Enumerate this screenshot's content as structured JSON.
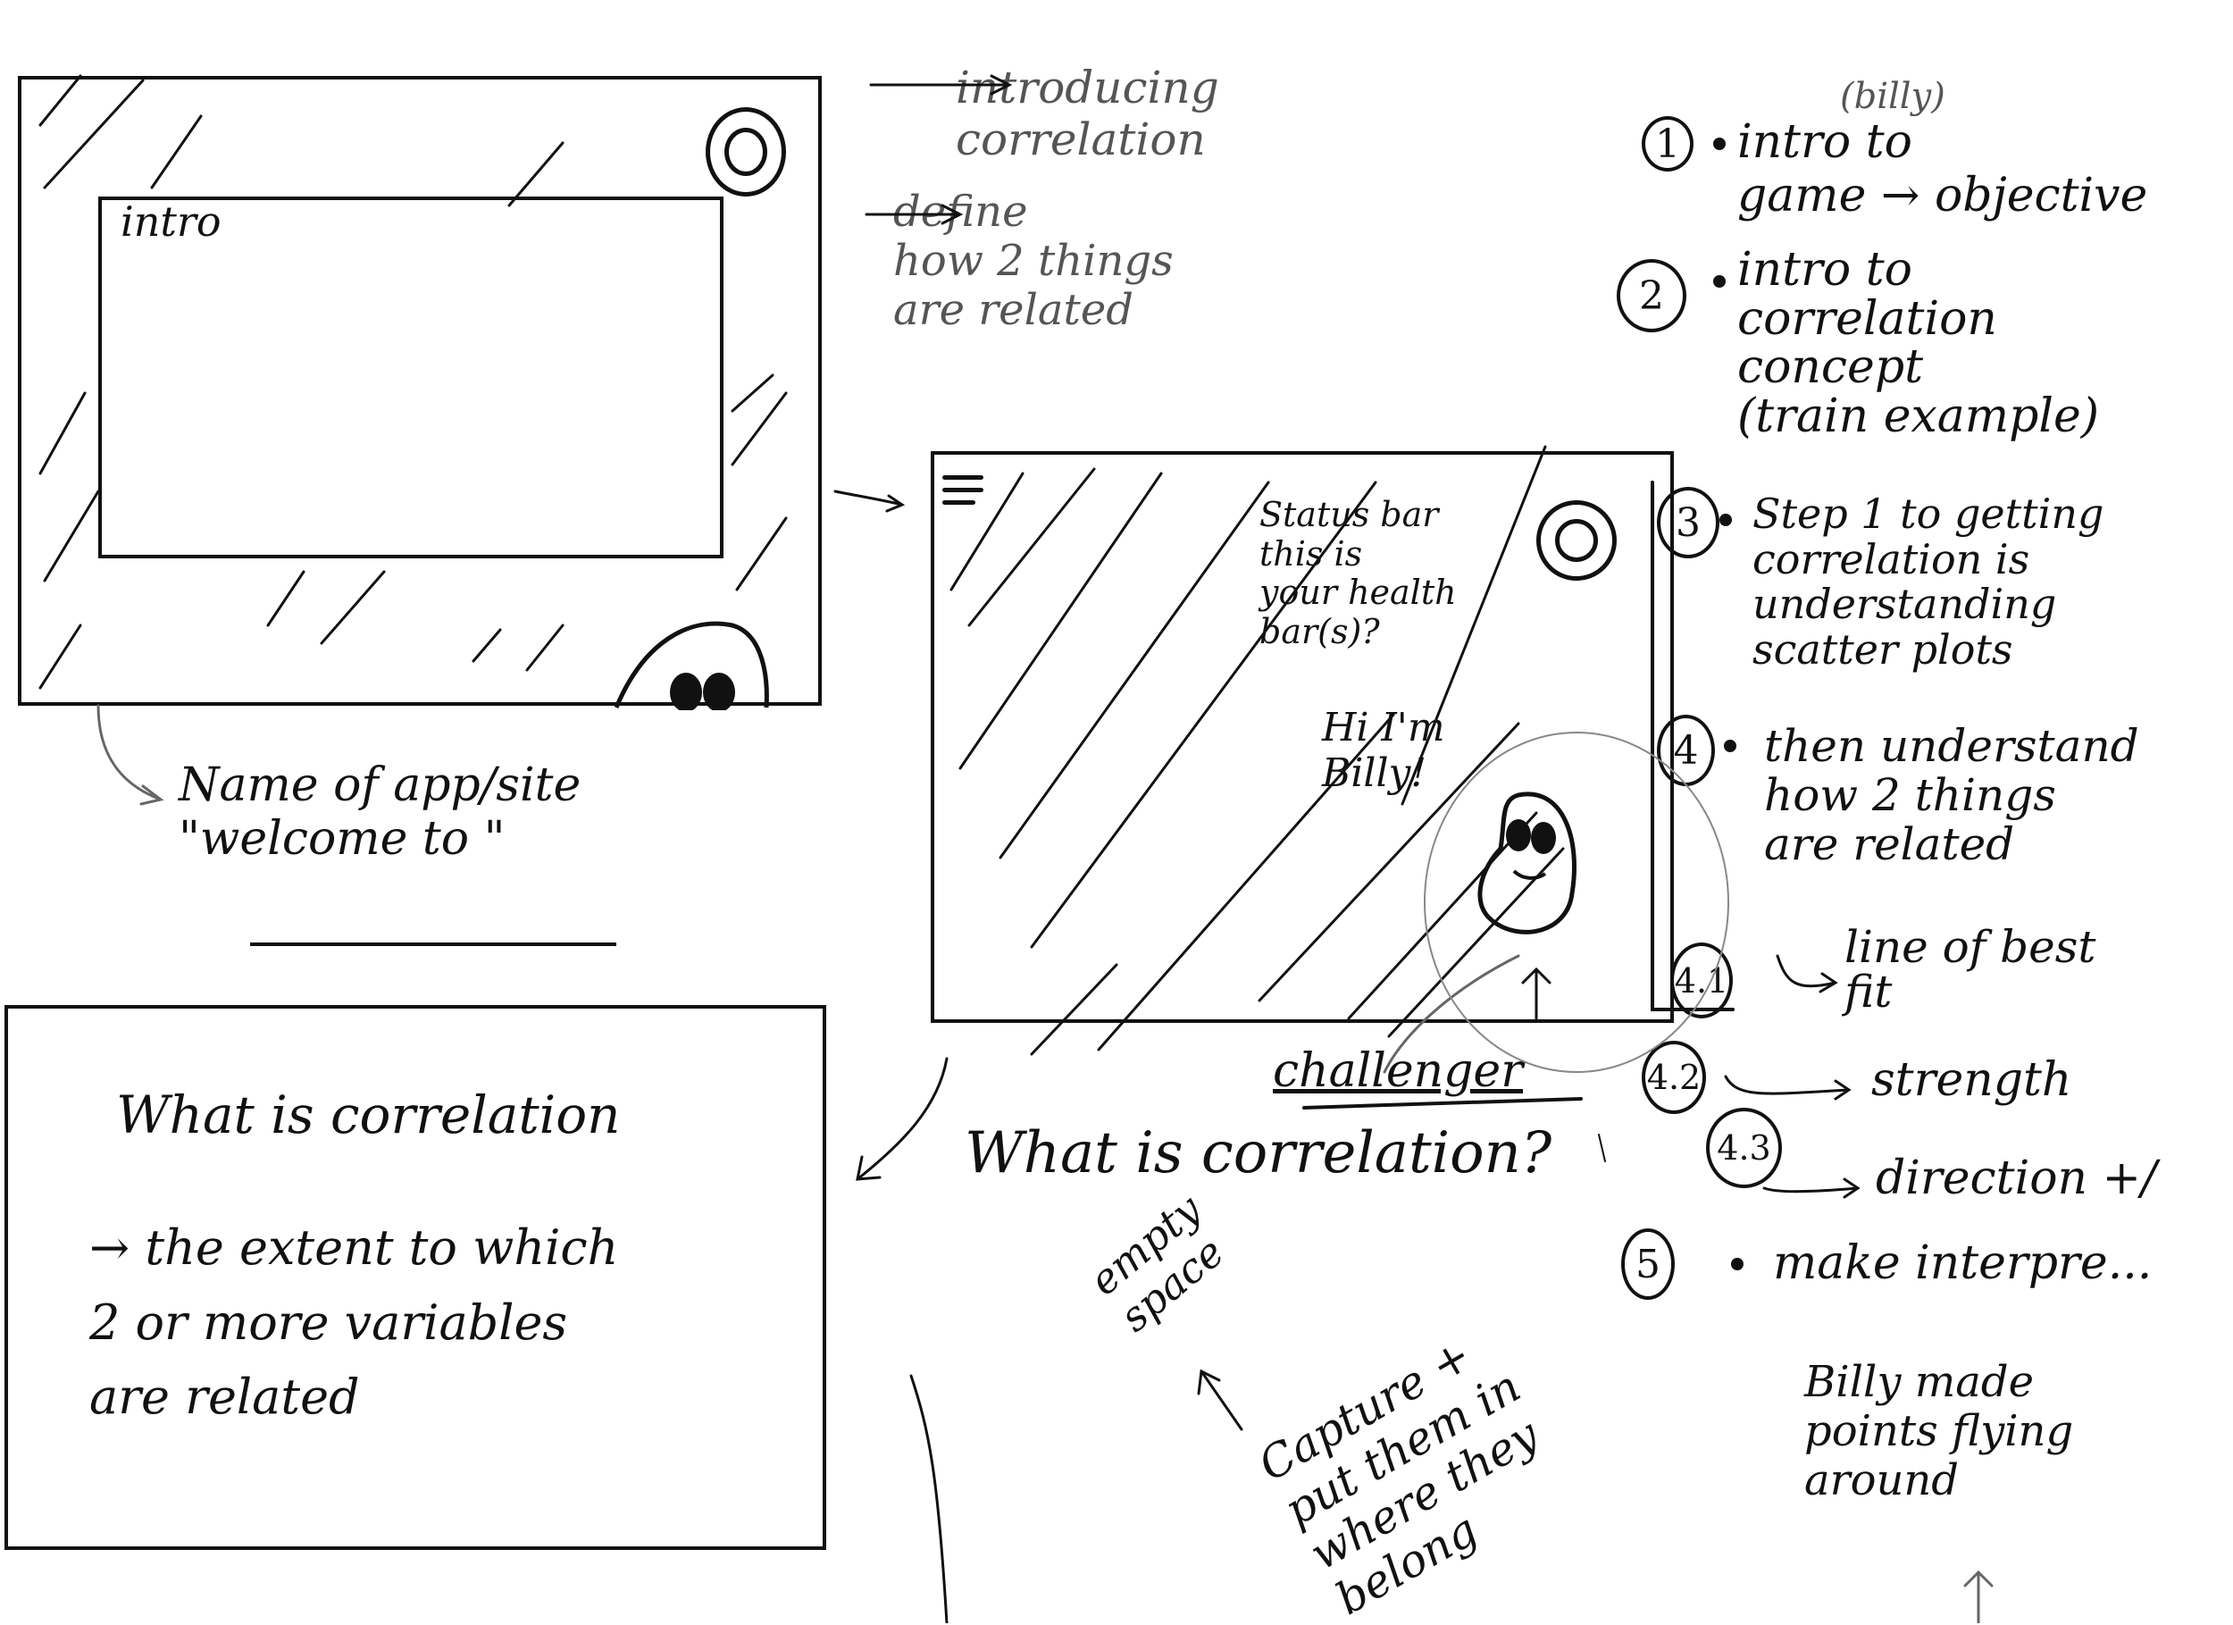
{
  "sketch": {
    "title": "Correlation game wireframe sketches",
    "frame1": {
      "intro_panel_label": "intro",
      "icons": [
        "record-button-icon",
        "billy-peeking-icon"
      ]
    },
    "frame1_note_app_name": "Name of app/site\n\"welcome to            \"",
    "frame1_side_notes": [
      "introducing\ncorrelation",
      "define\nhow 2 things\nare related"
    ],
    "frame2": {
      "status_note": "Status bar\nthis is\nyour health\nbar(s)?",
      "billy_speech": "Hi I'm\nBilly!",
      "icons": [
        "menu-icon",
        "record-button-icon",
        "billy-character-icon"
      ]
    },
    "challenger_label": "challenger",
    "frame3": {
      "heading": "What is correlation",
      "definition": "→ the extent to which\n2 or more variables\nare related"
    },
    "what_is_caption": "What is correlation?",
    "bottom_notes": {
      "empty_space": "empty\nspace",
      "capture": "Capture +\nput them in\nwhere they\nbelong",
      "billy_points": "Billy made\npoints flying\naround"
    },
    "steps": [
      {
        "num": "1",
        "annotation": "(billy)",
        "text": "intro to\ngame → objective"
      },
      {
        "num": "2",
        "text": "intro to\ncorrelation\nconcept\n(train example)"
      },
      {
        "num": "3",
        "text": "Step 1 to getting\ncorrelation is\nunderstanding\nscatter plots"
      },
      {
        "num": "4",
        "text": "then understand\nhow 2 things\nare related"
      },
      {
        "num": "4.1",
        "text": "line of best\nfit"
      },
      {
        "num": "4.2",
        "text": "strength"
      },
      {
        "num": "4.3",
        "text": "direction +/"
      },
      {
        "num": "5",
        "text": "make interpre..."
      }
    ],
    "colors": {
      "ink": "#111111",
      "pencil": "#555555",
      "paper": "#ffffff"
    }
  }
}
